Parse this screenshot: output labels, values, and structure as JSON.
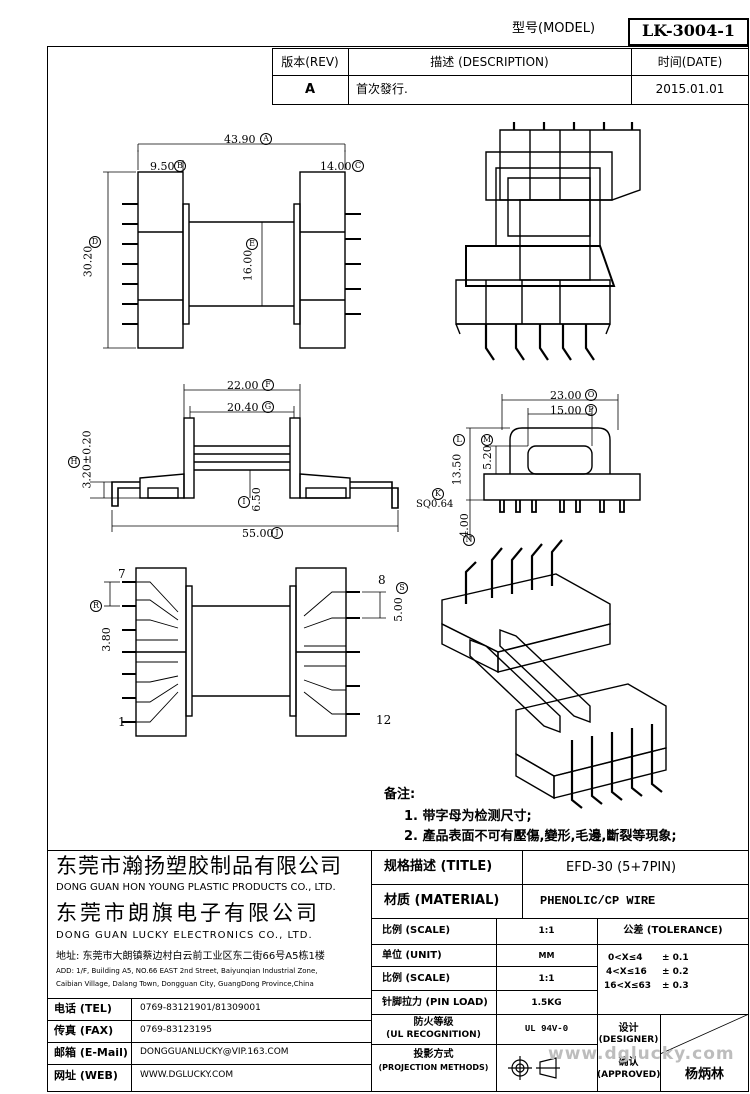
{
  "model": {
    "label": "型号(MODEL)",
    "value": "LK-3004-1"
  },
  "revision": {
    "headers": {
      "rev": "版本(REV)",
      "desc": "描述 (DESCRIPTION)",
      "date": "时间(DATE)"
    },
    "row": {
      "rev": "A",
      "desc": "首次發行.",
      "date": "2015.01.01"
    }
  },
  "dimensions": {
    "d_a": "43.90",
    "d_b": "9.50",
    "d_c": "14.00",
    "d_d": "30.20",
    "d_e": "16.00",
    "d_f": "22.00",
    "d_g": "20.40",
    "d_h": "3.20±0.20",
    "d_i": "6.50",
    "d_j": "55.00",
    "d_k": "SQ0.64",
    "d_l": "13.50",
    "d_m": "5.20",
    "d_n": "4.00",
    "d_o": "23.00",
    "d_p": "15.00",
    "d_r": "3.80",
    "d_s": "5.00"
  },
  "markers": {
    "a": "A",
    "b": "B",
    "c": "C",
    "d": "D",
    "e": "E",
    "f": "F",
    "g": "G",
    "h": "H",
    "i": "I",
    "j": "J",
    "k": "K",
    "l": "L",
    "m": "M",
    "n": "N",
    "o": "O",
    "p": "P",
    "r": "R",
    "s": "S"
  },
  "pins": {
    "p7": "7",
    "p1": "1",
    "p8": "8",
    "p12": "12"
  },
  "notes": {
    "title": "备注:",
    "items": [
      "1. 带字母为检测尺寸;",
      "2. 產品表面不可有壓傷,變形,毛邊,斷裂等現象;"
    ]
  },
  "company": {
    "name1_cn": "东莞市瀚扬塑胶制品有限公司",
    "name1_en": "DONG GUAN HON YOUNG PLASTIC PRODUCTS CO., LTD.",
    "name2_cn": "东莞市朗旗电子有限公司",
    "name2_en": "DONG GUAN LUCKY ELECTRONICS CO., LTD.",
    "address_cn": "地址: 东莞市大朗镇蔡边村白云前工业区东二街66号A5栋1楼",
    "address_en1": "ADD: 1/F, Building A5, NO.66 EAST 2nd Street, Baiyunqian Industrial Zone,",
    "address_en2": "Caibian Village, Dalang Town, Dongguan City, GuangDong Province,China"
  },
  "contacts": [
    {
      "label": "电话 (TEL)",
      "value": "0769-83121901/81309001"
    },
    {
      "label": "传真 (FAX)",
      "value": "0769-83123195"
    },
    {
      "label": "邮箱 (E-Mail)",
      "value": "DONGGUANLUCKY@VIP.163.COM"
    },
    {
      "label": "网址 (WEB)",
      "value": "WWW.DGLUCKY.COM"
    }
  ],
  "spec": {
    "title_label": "规格描述 (TITLE)",
    "title_value": "EFD-30 (5+7PIN)",
    "material_label": "材质 (MATERIAL)",
    "material_value": "PHENOLIC/CP WIRE",
    "rows": [
      {
        "label": "比例 (SCALE)",
        "value": "1:1"
      },
      {
        "label": "单位 (UNIT)",
        "value": "MM"
      },
      {
        "label": "比例 (SCALE)",
        "value": "1:1"
      },
      {
        "label": "针脚拉力 (PIN LOAD)",
        "value": "1.5KG"
      },
      {
        "label": "防火等级",
        "label2": "(UL RECOGNITION)",
        "value": "UL 94V-0"
      },
      {
        "label": "投影方式",
        "label2": "(PROJECTION METHODS)",
        "value": ""
      }
    ],
    "tolerance": {
      "title": "公差 (TOLERANCE)",
      "lines": [
        {
          "range": "0<X≤4",
          "tol": "± 0.1"
        },
        {
          "range": "4<X≤16",
          "tol": "± 0.2"
        },
        {
          "range": "16<X≤63",
          "tol": "± 0.3"
        }
      ]
    },
    "designer_label": "设计",
    "designer_label2": "(DESIGNER)",
    "approved_label": "确认",
    "approved_label2": "(APPROVED)",
    "approver": "杨炳林"
  },
  "watermark": "www.dglucky.com"
}
